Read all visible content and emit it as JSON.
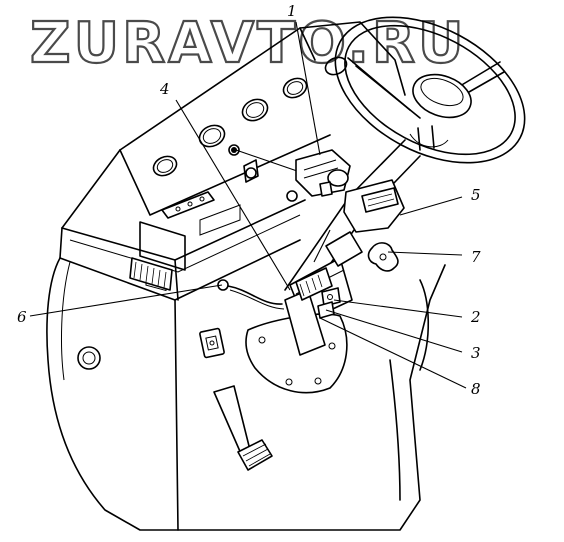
{
  "watermark": "ZURAVTO.RU",
  "callouts": [
    {
      "id": "1",
      "label": "1"
    },
    {
      "id": "4",
      "label": "4"
    },
    {
      "id": "5",
      "label": "5"
    },
    {
      "id": "7",
      "label": "7"
    },
    {
      "id": "6",
      "label": "6"
    },
    {
      "id": "2",
      "label": "2"
    },
    {
      "id": "3",
      "label": "3"
    },
    {
      "id": "8",
      "label": "8"
    }
  ]
}
